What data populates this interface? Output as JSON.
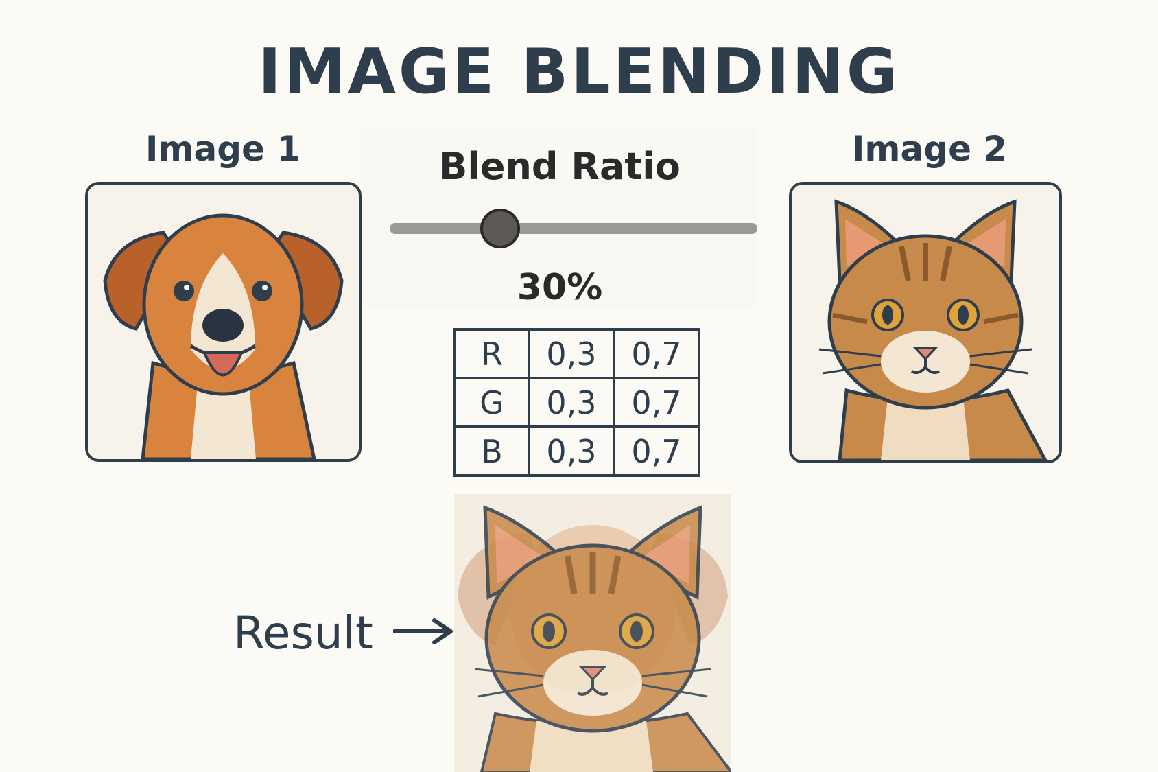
{
  "title": "IMAGE BLENDING",
  "image1": {
    "label": "Image 1",
    "icon": "dog-icon"
  },
  "image2": {
    "label": "Image 2",
    "icon": "cat-icon"
  },
  "slider": {
    "label": "Blend Ratio",
    "value_text": "30%",
    "value": 0.3
  },
  "matrix": {
    "rows": [
      {
        "channel": "R",
        "w1": "0,3",
        "w2": "0,7"
      },
      {
        "channel": "G",
        "w1": "0,3",
        "w2": "0,7"
      },
      {
        "channel": "B",
        "w1": "0,3",
        "w2": "0,7"
      }
    ]
  },
  "result": {
    "label": "Result",
    "icon": "blended-cat-dog-icon"
  },
  "colors": {
    "text": "#2f3e4d",
    "background": "#fbfaf5",
    "dog_fur": "#d8843f",
    "cat_fur": "#c88a4a",
    "slider_track": "#9a9a95",
    "slider_thumb": "#5d5a55"
  }
}
